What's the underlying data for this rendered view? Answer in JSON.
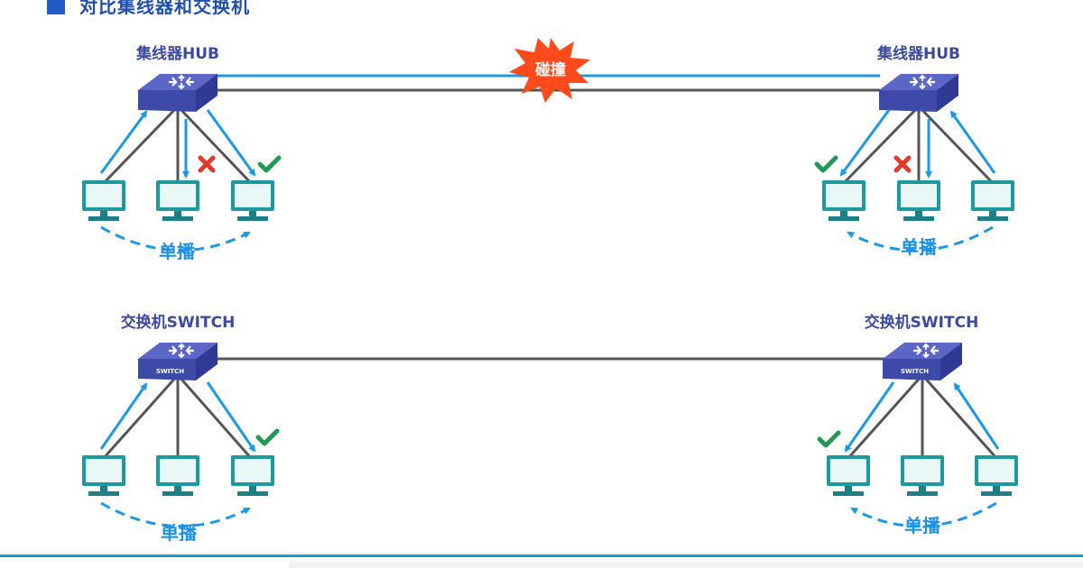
{
  "slide_title": "对比集线器和交换机",
  "hub_left_label": "集线器HUB",
  "hub_right_label": "集线器HUB",
  "collision_label": "碰撞",
  "switch_left_label": "交换机SWITCH",
  "switch_right_label": "交换机SWITCH",
  "switch_badge": "SWITCH",
  "unicast_label": "单播",
  "colors": {
    "accent_blue": "#1f5cc7",
    "arrow_blue": "#1a9ae6",
    "cable_gray": "#555555",
    "monitor_teal": "#1d9aa0",
    "check_green": "#1f9a52",
    "cross_red": "#e43a2a",
    "burst_orange": "#ff4a1c"
  },
  "icons": [
    "hub-icon",
    "switch-icon",
    "monitor-icon",
    "check-icon",
    "cross-icon",
    "collision-burst-icon"
  ]
}
